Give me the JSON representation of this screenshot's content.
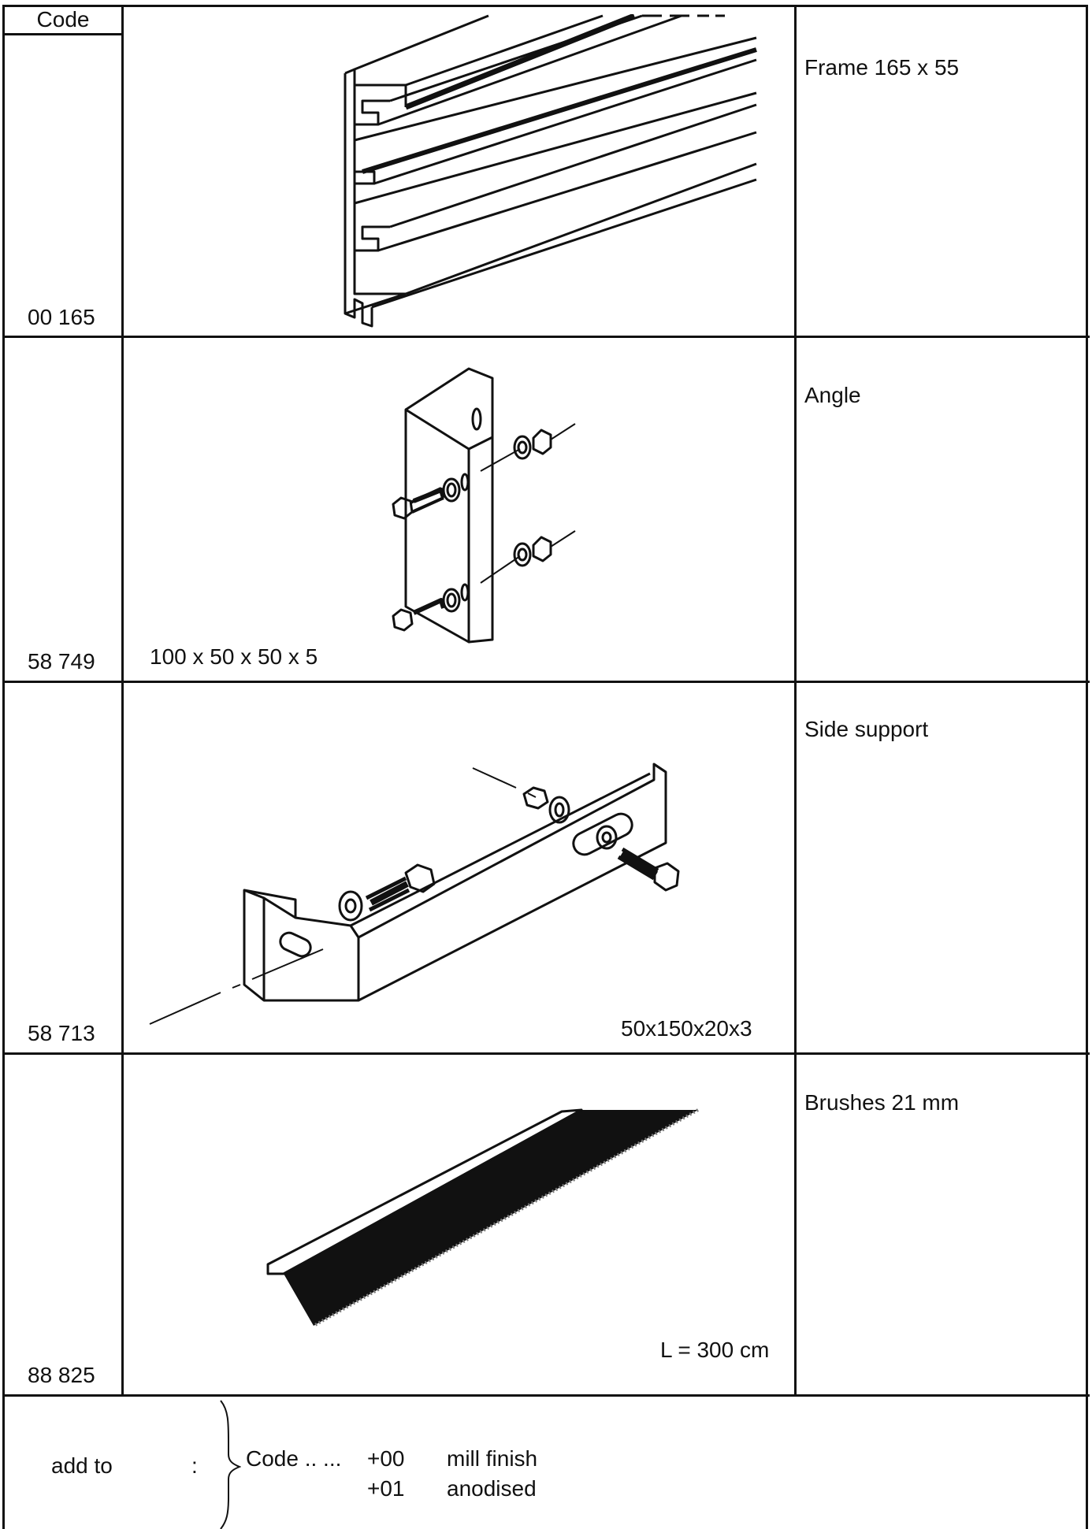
{
  "table": {
    "header": {
      "code_label": "Code"
    },
    "rows": [
      {
        "code": "00 165",
        "description": "Frame 165 x 55",
        "dimension": "",
        "icon": "aluminium-frame-profile-icon"
      },
      {
        "code": "58 749",
        "description": "Angle",
        "dimension": "100 x 50 x 50 x 5",
        "icon": "angle-bracket-with-bolts-icon"
      },
      {
        "code": "58 713",
        "description": "Side support",
        "dimension": "50x150x20x3",
        "icon": "side-support-bracket-icon"
      },
      {
        "code": "88 825",
        "description": "Brushes 21 mm",
        "dimension": "L = 300 cm",
        "icon": "brush-strip-icon"
      }
    ]
  },
  "footer": {
    "add_to_label": "add to",
    "colon": ":",
    "code_template": "Code .. ...",
    "options": [
      {
        "suffix": "+00",
        "finish": "mill finish"
      },
      {
        "suffix": "+01",
        "finish": "anodised"
      }
    ]
  }
}
